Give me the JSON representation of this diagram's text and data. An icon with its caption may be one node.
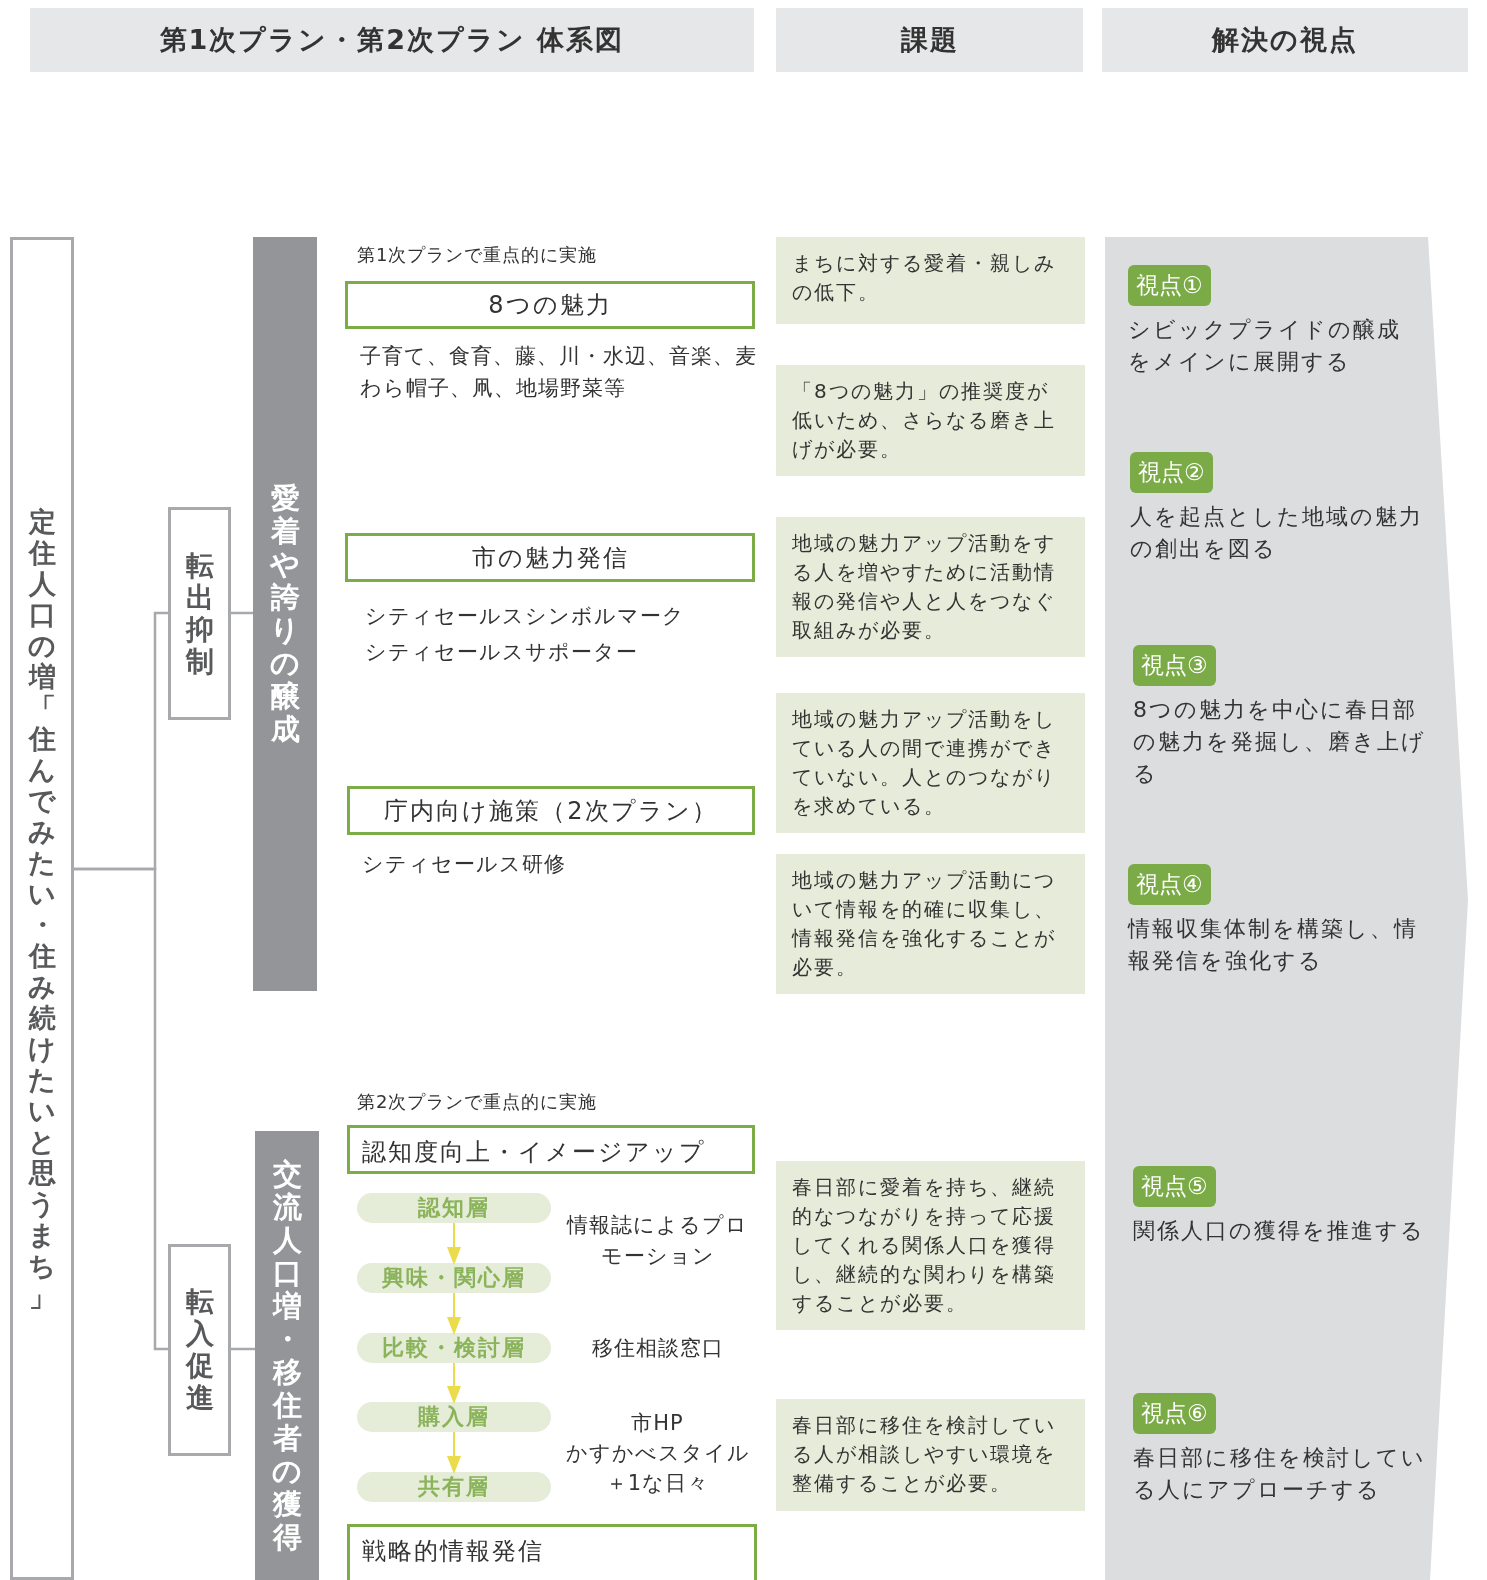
{
  "diagram": {
    "nodes": [
      {
        "text": [
          "定住人口の増「住んでみたい・住み続けたいと思うまち」"
        ]
      },
      {
        "text": [
          "転出抑制"
        ]
      },
      {
        "text": [
          "転入促進"
        ]
      },
      {
        "text": [
          "愛着や誇りの醸成"
        ]
      },
      {
        "text": [
          "交流人口増・移住者の獲得"
        ]
      },
      {
        "text": [
          "8つの魅力"
        ]
      },
      {
        "text": [
          "市の魅力発信"
        ]
      },
      {
        "text": [
          "庁内向け施策（2次プラン）"
        ]
      },
      {
        "text": [
          "認知度向上・イメージアップ"
        ]
      },
      {
        "text": [
          "認知層"
        ]
      },
      {
        "text": [
          "興味・関心層"
        ]
      },
      {
        "text": [
          "比較・検討層"
        ]
      },
      {
        "text": [
          "購入層"
        ]
      },
      {
        "text": [
          "共有層"
        ]
      },
      {
        "text": [
          "戦略的情報発信"
        ]
      },
      {
        "text": [
          "まちに対する愛着・親しみの低下。"
        ]
      },
      {
        "text": [
          "「8つの魅力」の推奨度が低いため、さらなる磨き上げが必要。"
        ]
      },
      {
        "text": [
          "地域の魅力アップ活動をする人を増やすために活動情報の発信や人と人をつなぐ取組みが必要。"
        ]
      },
      {
        "text": [
          "地域の魅力アップ活動をしている人の間で連携ができていない。人とのつながりを求めている。"
        ]
      },
      {
        "text": [
          "地域の魅力アップ活動について情報を的確に収集し、情報発信を強化することが必要。"
        ]
      },
      {
        "text": [
          "春日部に愛着を持ち、継続的なつながりを持って応援してくれる関係人口を獲得し、継続的な関わりを構築することが必要。"
        ]
      },
      {
        "text": [
          "春日部に移住を検討している人が相談しやすい環境を整備することが必要。"
        ]
      },
      {
        "text": [
          "視点①",
          "シビックプライドの醸成をメインに展開する"
        ]
      },
      {
        "text": [
          "視点②",
          "人を起点とした地域の魅力の創出を図る"
        ]
      },
      {
        "text": [
          "視点③",
          "8つの魅力を中心に春日部の魅力を発掘し、磨き上げる"
        ]
      },
      {
        "text": [
          "視点④",
          "情報収集体制を構築し、情報発信を強化する"
        ]
      },
      {
        "text": [
          "視点⑤",
          "関係人口の獲得を推進する"
        ]
      },
      {
        "text": [
          "視点⑥",
          "春日部に移住を検討している人にアプローチする"
        ]
      }
    ],
    "edges": [
      {
        "from": 0,
        "to": 1,
        "arrow": "none"
      },
      {
        "from": 0,
        "to": 2,
        "arrow": "none"
      },
      {
        "from": 1,
        "to": 3,
        "arrow": "none"
      },
      {
        "from": 2,
        "to": 4,
        "arrow": "none"
      },
      {
        "from": 9,
        "to": 10,
        "arrow": "to",
        "color": "#eadc4a"
      },
      {
        "from": 10,
        "to": 11,
        "arrow": "to",
        "color": "#eadc4a"
      },
      {
        "from": 11,
        "to": 12,
        "arrow": "to",
        "color": "#eadc4a"
      },
      {
        "from": 12,
        "to": 13,
        "arrow": "to",
        "color": "#eadc4a"
      }
    ],
    "labels": [
      "第1次プラン・第2次プラン 体系図",
      "課題",
      "解決の視点",
      "第1次プランで重点的に実施",
      "子育て、食育、藤、川・水辺、音楽、麦わら帽子、凧、地場野菜等",
      "シティセールスシンボルマーク",
      "シティセールスサポーター",
      "シティセールス研修",
      "第2次プランで重点的に実施",
      "情報誌によるプロモーション",
      "移住相談窓口",
      "市HP",
      "かすかべスタイル",
      "＋1な日々"
    ]
  }
}
